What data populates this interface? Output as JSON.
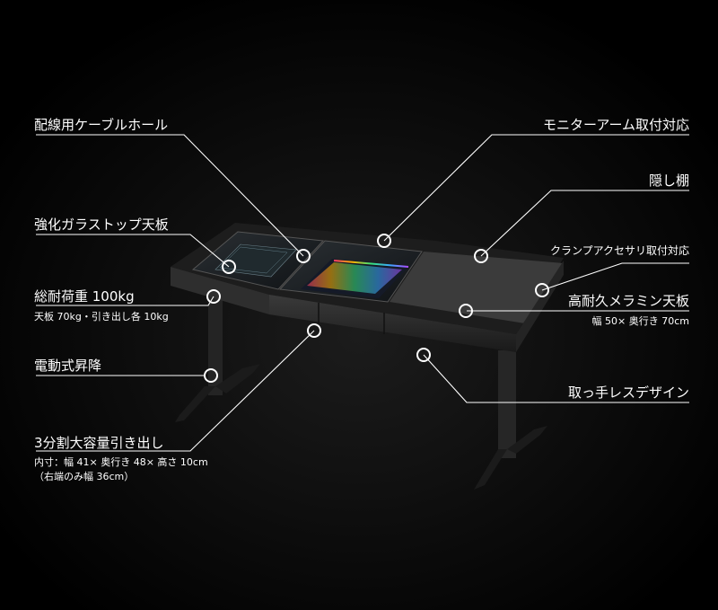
{
  "callouts": {
    "cable_hole": "配線用ケーブルホール",
    "glass_top": "強化ガラストップ天板",
    "load": "総耐荷重 100kg",
    "load_sub": "天板 70kg・引き出し各 10kg",
    "electric_lift": "電動式昇降",
    "drawers": "3分割大容量引き出し",
    "drawers_sub1": "内寸：幅 41× 奥行き 48× 高さ 10cm",
    "drawers_sub2": "（右端のみ幅 36cm）",
    "monitor_arm": "モニターアーム取付対応",
    "hidden_shelf": "隠し棚",
    "clamp": "クランプアクセサリ取付対応",
    "melamine": "高耐久メラミン天板",
    "melamine_sub": "幅 50× 奥行き 70cm",
    "handleless": "取っ手レスデザイン"
  }
}
